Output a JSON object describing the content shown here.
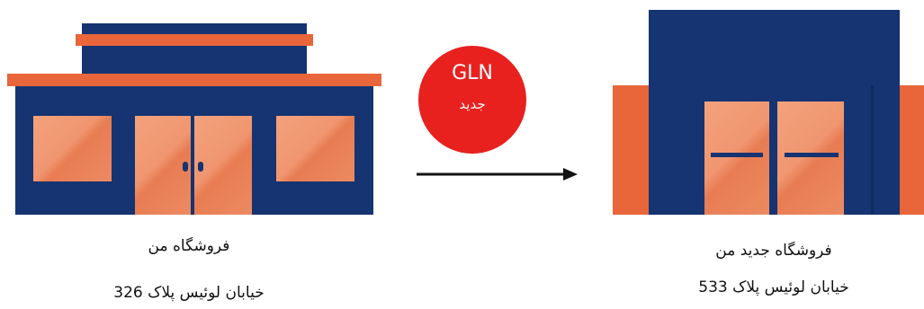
{
  "colors": {
    "navy": "#153471",
    "orange": "#e8663a",
    "badge_red": "#e8211f"
  },
  "old_store": {
    "line1": "فروشگاه من",
    "line2": "خیابان لوئیس پلاک 326"
  },
  "badge": {
    "line1": "GLN",
    "line2": "جدید"
  },
  "new_store": {
    "line1": "فروشگاه جدید من",
    "line2": "خیابان لوئیس پلاک 533"
  }
}
